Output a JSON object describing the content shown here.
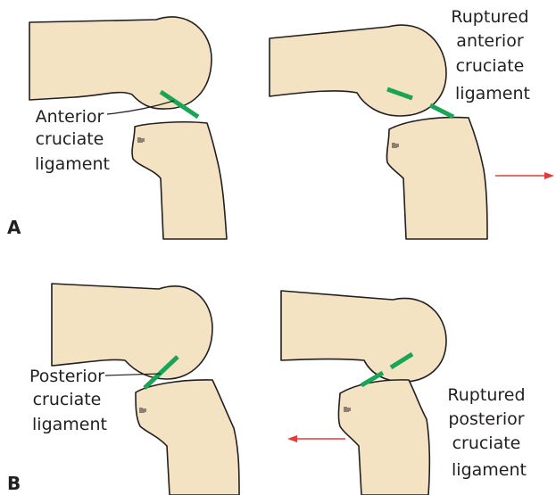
{
  "panels": {
    "a": {
      "letter": "A",
      "intact_label": [
        "Anterior",
        "cruciate",
        "ligament"
      ],
      "ruptured_label": [
        "Ruptured",
        "anterior",
        "cruciate",
        "ligament"
      ]
    },
    "b": {
      "letter": "B",
      "intact_label": [
        "Posterior",
        "cruciate",
        "ligament"
      ],
      "ruptured_label": [
        "Ruptured",
        "posterior",
        "cruciate",
        "ligament"
      ]
    }
  },
  "colors": {
    "bone": "#f3e3c3",
    "ligament": "#1aa456",
    "arrow": "#e53a3a",
    "outline": "#231f20"
  }
}
